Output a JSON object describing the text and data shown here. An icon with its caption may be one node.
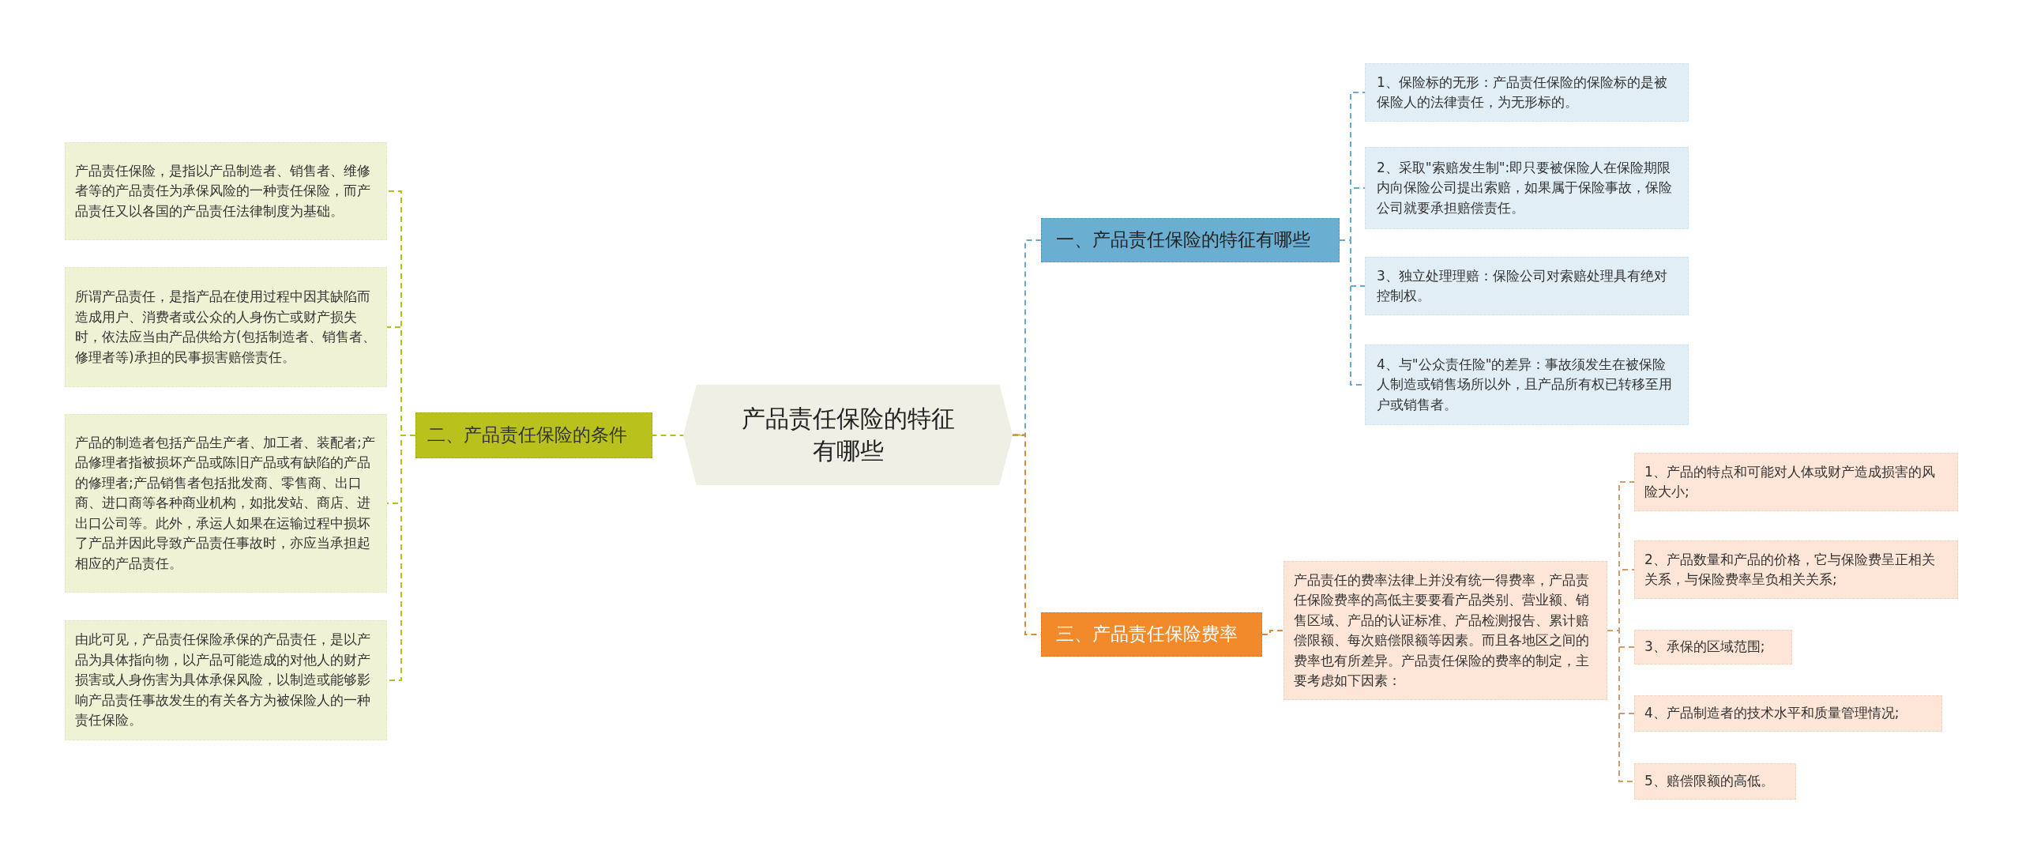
{
  "diagram": {
    "nodes": [
      {
        "text": [
          "产品责任保险的特征有哪些"
        ]
      },
      {
        "text": [
          "一、产品责任保险的特征有哪些"
        ]
      },
      {
        "text": [
          "1、保险标的无形：产品责任保险的保险标的是被保险人的法律责任，为无形标的。"
        ]
      },
      {
        "text": [
          "2、采取\"索赔发生制\":即只要被保险人在保险期限内向保险公司提出索赔，如果属于保险事故，保险公司就要承担赔偿责任。"
        ]
      },
      {
        "text": [
          "3、独立处理理赔：保险公司对索赔处理具有绝对控制权。"
        ]
      },
      {
        "text": [
          "4、与\"公众责任险\"的差异：事故须发生在被保险人制造或销售场所以外，且产品所有权已转移至用户或销售者。"
        ]
      },
      {
        "text": [
          "二、产品责任保险的条件"
        ]
      },
      {
        "text": [
          "产品责任保险，是指以产品制造者、销售者、维修者等的产品责任为承保风险的一种责任保险，而产品责任又以各国的产品责任法律制度为基础。"
        ]
      },
      {
        "text": [
          "所谓产品责任，是指产品在使用过程中因其缺陷而造成用户、消费者或公众的人身伤亡或财产损失时，依法应当由产品供给方(包括制造者、销售者、修理者等)承担的民事损害赔偿责任。"
        ]
      },
      {
        "text": [
          "产品的制造者包括产品生产者、加工者、装配者;产品修理者指被损坏产品或陈旧产品或有缺陷的产品的修理者;产品销售者包括批发商、零售商、出口商、进口商等各种商业机构，如批发站、商店、进出口公司等。此外，承运人如果在运输过程中损坏了产品并因此导致产品责任事故时，亦应当承担起相应的产品责任。"
        ]
      },
      {
        "text": [
          "由此可见，产品责任保险承保的产品责任，是以产品为具体指向物，以产品可能造成的对他人的财产损害或人身伤害为具体承保风险，以制造或能够影响产品责任事故发生的有关各方为被保险人的一种责任保险。"
        ]
      },
      {
        "text": [
          "三、产品责任保险费率"
        ]
      },
      {
        "text": [
          "产品责任的费率法律上并没有统一得费率，产品责任保险费率的高低主要要看产品类别、营业额、销售区域、产品的认证标准、产品检测报告、累计赔偿限额、每次赔偿限额等因素。而且各地区之间的费率也有所差异。产品责任保险的费率的制定，主要考虑如下因素："
        ]
      },
      {
        "text": [
          "1、产品的特点和可能对人体或财产造成损害的风险大小;"
        ]
      },
      {
        "text": [
          "2、产品数量和产品的价格，它与保险费呈正相关关系，与保险费率呈负相关关系;"
        ]
      },
      {
        "text": [
          "3、承保的区域范围;"
        ]
      },
      {
        "text": [
          "4、产品制造者的技术水平和质量管理情况;"
        ]
      },
      {
        "text": [
          "5、赔偿限额的高低。"
        ]
      }
    ],
    "edges": [
      {
        "from": 0,
        "to": 1,
        "arrow": "none",
        "style": "dashed",
        "color": "#6aabcc"
      },
      {
        "from": 1,
        "to": 2,
        "arrow": "none",
        "style": "dashed",
        "color": "#6aabcc"
      },
      {
        "from": 1,
        "to": 3,
        "arrow": "none",
        "style": "dashed",
        "color": "#6aabcc"
      },
      {
        "from": 1,
        "to": 4,
        "arrow": "none",
        "style": "dashed",
        "color": "#6aabcc"
      },
      {
        "from": 1,
        "to": 5,
        "arrow": "none",
        "style": "dashed",
        "color": "#6aabcc"
      },
      {
        "from": 0,
        "to": 6,
        "arrow": "none",
        "style": "dashed",
        "color": "#b3c01c"
      },
      {
        "from": 6,
        "to": 7,
        "arrow": "none",
        "style": "dashed",
        "color": "#b3c01c"
      },
      {
        "from": 6,
        "to": 8,
        "arrow": "none",
        "style": "dashed",
        "color": "#b3c01c"
      },
      {
        "from": 6,
        "to": 9,
        "arrow": "none",
        "style": "dashed",
        "color": "#b3c01c"
      },
      {
        "from": 6,
        "to": 10,
        "arrow": "none",
        "style": "dashed",
        "color": "#b3c01c"
      },
      {
        "from": 0,
        "to": 11,
        "arrow": "none",
        "style": "dashed",
        "color": "#e0883a"
      },
      {
        "from": 11,
        "to": 12,
        "arrow": "none",
        "style": "dashed",
        "color": "#e0883a"
      },
      {
        "from": 12,
        "to": 13,
        "arrow": "none",
        "style": "dashed",
        "color": "#d59a6a"
      },
      {
        "from": 12,
        "to": 14,
        "arrow": "none",
        "style": "dashed",
        "color": "#d59a6a"
      },
      {
        "from": 12,
        "to": 15,
        "arrow": "none",
        "style": "dashed",
        "color": "#d59a6a"
      },
      {
        "from": 12,
        "to": 16,
        "arrow": "none",
        "style": "dashed",
        "color": "#d59a6a"
      },
      {
        "from": 12,
        "to": 17,
        "arrow": "none",
        "style": "dashed",
        "color": "#d59a6a"
      }
    ]
  }
}
